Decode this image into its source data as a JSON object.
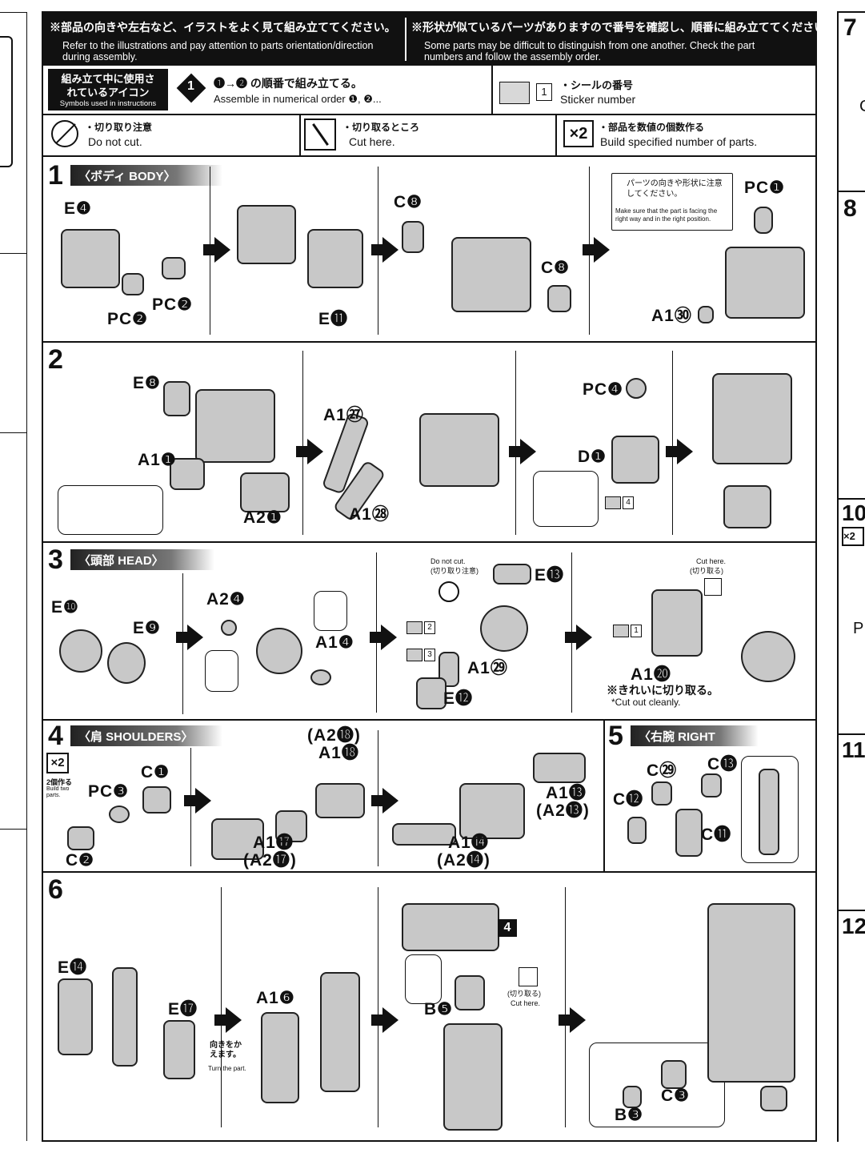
{
  "header": {
    "left_jp": "※部品の向きや左右など、イラストをよく見て組み立ててください。",
    "left_en": "Refer to the illustrations and pay attention to parts orientation/direction during assembly.",
    "right_jp": "※形状が似ているパーツがありますので番号を確認し、順番に組み立ててください。",
    "right_en": "Some parts may be difficult to distinguish from one another. Check the part numbers and follow the assembly order."
  },
  "legend": {
    "icons_jp": "組み立て中に使用されているアイコン",
    "icons_en": "Symbols used in instructions",
    "order_jp": "❶→❷ の順番で組み立てる。",
    "order_en": "Assemble in numerical order ❶, ❷...",
    "sticker_jp": "・シールの番号",
    "sticker_en": "Sticker number",
    "sticker_num": "1",
    "donot_jp": "・切り取り注意",
    "donot_en": "Do not cut.",
    "cut_jp": "・切り取るところ",
    "cut_en": "Cut here.",
    "multi_badge": "×2",
    "multi_jp": "・部品を数値の個数作る",
    "multi_en": "Build specified number of parts."
  },
  "steps": {
    "s1": {
      "num": "1",
      "title": "〈ボディ BODY〉",
      "labels": [
        "E❹",
        "PC❷",
        "PC❷",
        "E⓫",
        "C❽",
        "C❽",
        "PC❶",
        "A1㉚"
      ],
      "note_jp": "パーツの向きや形状に注意してください。",
      "note_en": "Make sure that the part is facing the right way and in the right position."
    },
    "s2": {
      "num": "2",
      "title": "",
      "labels": [
        "E❽",
        "A1❶",
        "A2❶",
        "A1㉗",
        "A1㉘",
        "PC❹",
        "D❶"
      ],
      "sticker": "4"
    },
    "s3": {
      "num": "3",
      "title": "〈頭部 HEAD〉",
      "labels": [
        "E❿",
        "E❾",
        "A2❹",
        "A1❹",
        "E⓭",
        "A1㉙",
        "E⓬",
        "A1⓴"
      ],
      "donot_en": "Do not cut.",
      "donot_jp": "(切り取り注意)",
      "cut_en": "Cut here.",
      "cut_jp": "(切り取る)",
      "stickers": [
        "2",
        "3",
        "1"
      ],
      "clean_jp": "※きれいに切り取る。",
      "clean_en": "*Cut out cleanly."
    },
    "s4": {
      "num": "4",
      "title": "〈肩 SHOULDERS〉",
      "badge": "×2",
      "badge_jp": "2個作る",
      "badge_en": "Build two parts.",
      "labels": [
        "C❶",
        "PC❸",
        "C❷",
        "(A2⓲)",
        "A1⓲",
        "A1⓱",
        "(A2⓱)",
        "A1⓭",
        "(A2⓭)",
        "A1⓮",
        "(A2⓮)"
      ]
    },
    "s5": {
      "num": "5",
      "title": "〈右腕 RIGHT ARM〉",
      "labels": [
        "C㉙",
        "C⓭",
        "C⓬",
        "C⓫"
      ]
    },
    "s6": {
      "num": "6",
      "title": "",
      "labels": [
        "E⓮",
        "E⓱",
        "A1❻",
        "B❺",
        "C❸",
        "B❸"
      ],
      "turn_jp": "向きをかえます。",
      "turn_en": "Turn the part.",
      "cut_jp": "(切り取る)",
      "cut_en": "Cut here.",
      "sticker": "4"
    }
  },
  "side": {
    "right_nums": [
      "7",
      "8",
      "10",
      "11",
      "12"
    ],
    "right_labels": [
      "C",
      "P"
    ],
    "right_badge": "×2"
  }
}
